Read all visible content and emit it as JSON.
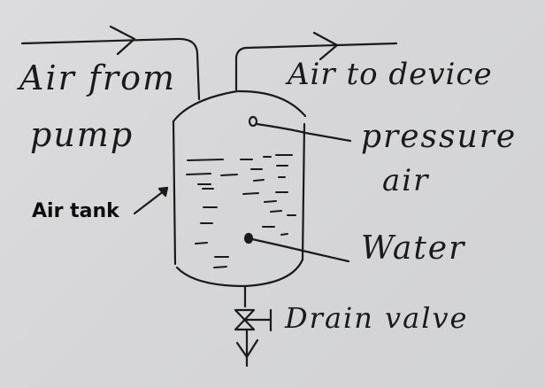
{
  "diagram": {
    "title": "Air tank with water (hand-drawn schematic)",
    "labels": {
      "air_from_pump_line1": "Air from",
      "air_from_pump_line2": "pump",
      "air_to_device": "Air to device",
      "pressure_air_line1": "pressure",
      "pressure_air_line2": "air",
      "water": "Water",
      "drain_valve": "Drain valve",
      "air_tank": "Air tank"
    },
    "components": [
      {
        "id": "inlet-pipe",
        "label": "Air from pump",
        "flow": "into tank"
      },
      {
        "id": "outlet-pipe",
        "label": "Air to device",
        "flow": "out of tank"
      },
      {
        "id": "tank",
        "label": "Air tank"
      },
      {
        "id": "pressure-air-region",
        "label": "pressure air",
        "position": "top of tank"
      },
      {
        "id": "water-region",
        "label": "Water",
        "position": "bottom of tank"
      },
      {
        "id": "drain-valve",
        "label": "Drain valve",
        "position": "below tank"
      }
    ],
    "colors": {
      "ink": "#1a1a1a",
      "paper": "#d8d8da"
    }
  }
}
